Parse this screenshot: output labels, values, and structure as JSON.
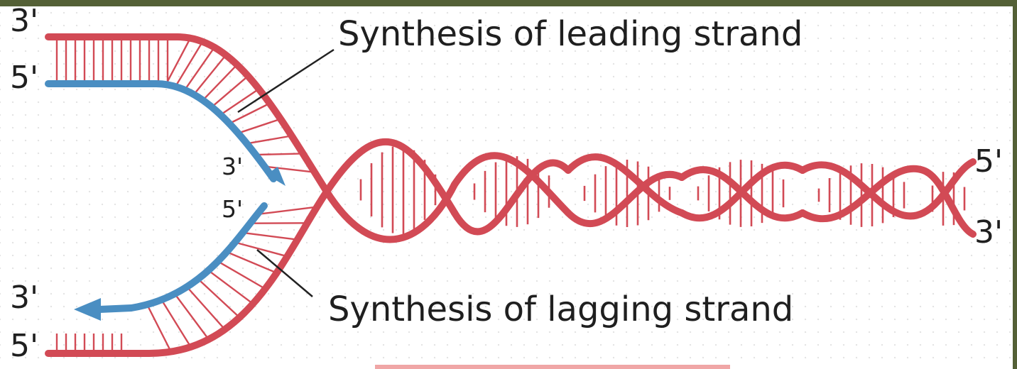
{
  "labels": {
    "top_left_3prime": "3'",
    "top_left_5prime": "5'",
    "fork_3prime": "3'",
    "fork_5prime": "5'",
    "bottom_left_3prime": "3'",
    "bottom_left_5prime": "5'",
    "right_5prime": "5'",
    "right_3prime": "3'",
    "leading_caption": "Synthesis of leading strand",
    "lagging_caption": "Synthesis of lagging strand"
  },
  "colors": {
    "parent_strand": "#d24a55",
    "new_strand": "#4a8ec2",
    "pointer_line": "#222222",
    "text": "#1f1f1f",
    "frame": "#546036"
  }
}
